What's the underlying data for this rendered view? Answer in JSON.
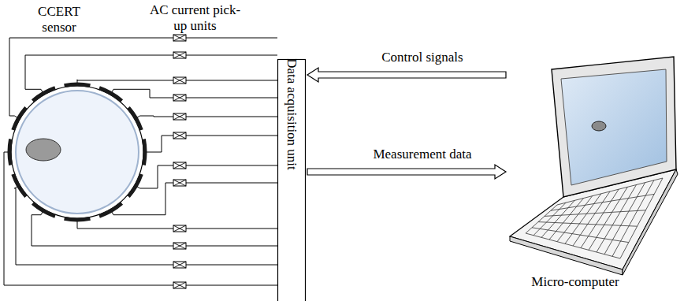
{
  "diagram": {
    "nodes": [
      {
        "text": [
          "CCERT sensor"
        ]
      },
      {
        "text": [
          "Data acquisition unit"
        ]
      },
      {
        "text": [
          "Micro-computer"
        ]
      }
    ],
    "edges": [
      {
        "from": 2,
        "to": 1,
        "label": "Control signals",
        "arrow": "to"
      },
      {
        "from": 1,
        "to": 2,
        "label": "Measurement data",
        "arrow": "to"
      },
      {
        "from": 0,
        "to": 1,
        "arrow": "none"
      },
      {
        "from": 0,
        "to": 1,
        "arrow": "none"
      },
      {
        "from": 0,
        "to": 1,
        "arrow": "none"
      },
      {
        "from": 0,
        "to": 1,
        "arrow": "none"
      },
      {
        "from": 0,
        "to": 1,
        "arrow": "none"
      },
      {
        "from": 0,
        "to": 1,
        "arrow": "none"
      },
      {
        "from": 0,
        "to": 1,
        "arrow": "none"
      },
      {
        "from": 0,
        "to": 1,
        "arrow": "none"
      },
      {
        "from": 0,
        "to": 1,
        "arrow": "none"
      },
      {
        "from": 0,
        "to": 1,
        "arrow": "none"
      },
      {
        "from": 0,
        "to": 1,
        "arrow": "none"
      },
      {
        "from": 0,
        "to": 1,
        "arrow": "none"
      }
    ],
    "labels": [
      "AC current pick-up units"
    ]
  }
}
